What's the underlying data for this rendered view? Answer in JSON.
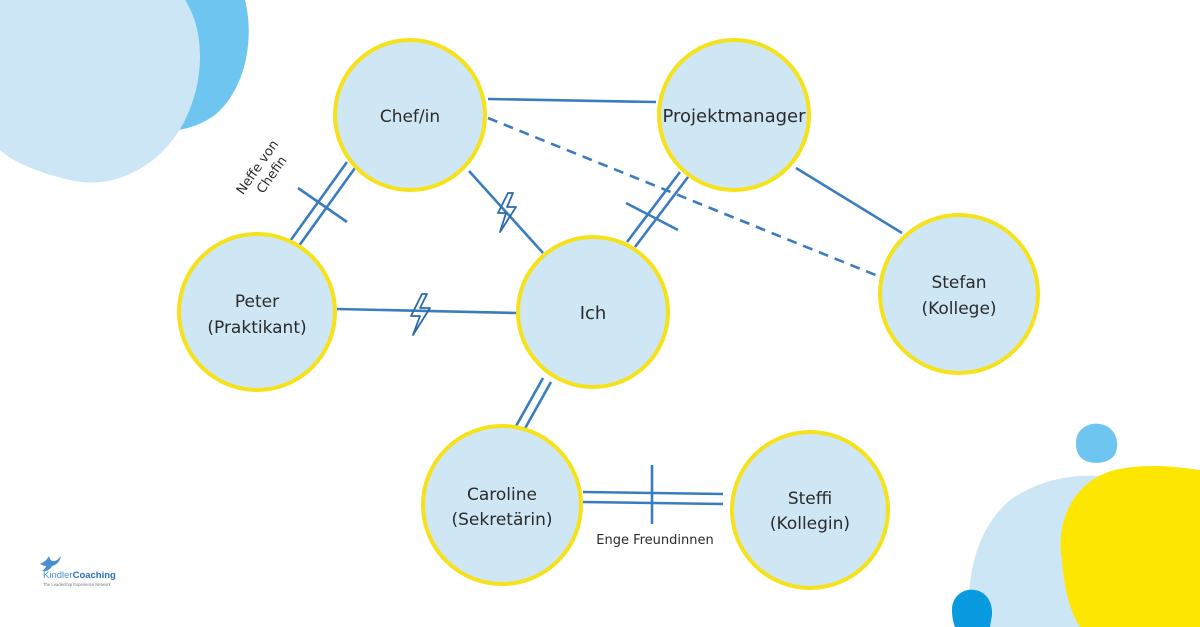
{
  "nodes": {
    "chef": {
      "line1": "Chef/in"
    },
    "projektmanager": {
      "line1": "Projektmanager"
    },
    "peter": {
      "line1": "Peter",
      "line2": "(Praktikant)"
    },
    "ich": {
      "line1": "Ich"
    },
    "stefan": {
      "line1": "Stefan",
      "line2": "(Kollege)"
    },
    "caroline": {
      "line1": "Caroline",
      "line2": "(Sekretärin)"
    },
    "steffi": {
      "line1": "Steffi",
      "line2": "(Kollegin)"
    }
  },
  "annotations": {
    "neffe_line1": "Neffe von",
    "neffe_line2": "Chefin",
    "freundinnen": "Enge Freundinnen"
  },
  "logo": {
    "name_part1": "Kindler",
    "name_part2": "Coaching",
    "tagline": "The Leadership Experience Network"
  },
  "colors": {
    "node_fill": "#cfe6f5",
    "node_stroke": "#f5e21a",
    "edge": "#3a7cc0",
    "blob_light": "#cde6f5",
    "blob_mid": "#6ec6f0",
    "blob_dark": "#0a9ae0",
    "blob_yellow": "#fde600"
  }
}
